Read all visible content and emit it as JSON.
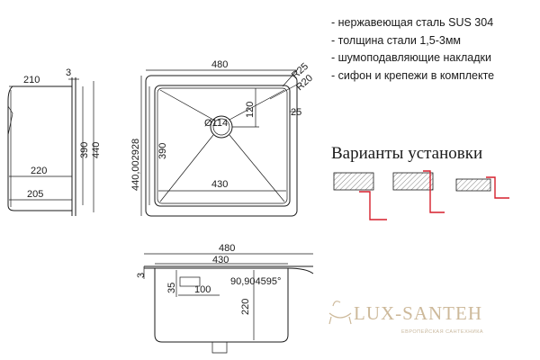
{
  "specs": [
    "- нержавеющая сталь SUS 304",
    "- толщина стали 1,5-3мм",
    "- шумоподавляющие накладки",
    "- сифон и крепежи в комплекте"
  ],
  "install_title": "Варианты установки",
  "side_view": {
    "dim_depth_top": "210",
    "dim_rim": "3",
    "dim_inner_height": "390",
    "dim_outer_height": "440",
    "dim_mid_depth": "220",
    "dim_bottom_depth": "205"
  },
  "top_view": {
    "dim_width": "480",
    "dim_radius_outer": "R25",
    "dim_radius_inner": "R20",
    "dim_drain_offset": "120",
    "dim_drain_diameter": "Ø114",
    "dim_edge": "25",
    "dim_inner_depth": "390",
    "dim_outer_depth": "440,002928",
    "dim_inner_width": "430"
  },
  "front_view": {
    "dim_outer_width": "480",
    "dim_inner_width": "430",
    "dim_rim": "3",
    "dim_overflow_height": "35",
    "dim_overflow_width": "100",
    "dim_slope": "90,904595°",
    "dim_bowl_depth": "220"
  },
  "logo": {
    "name": "LUX-SANTEH",
    "tagline": "ЕВРОПЕЙСКАЯ САНТЕХНИКА"
  },
  "colors": {
    "accent_red": "#d61f2c",
    "logo_gold": "#cdb99a"
  }
}
